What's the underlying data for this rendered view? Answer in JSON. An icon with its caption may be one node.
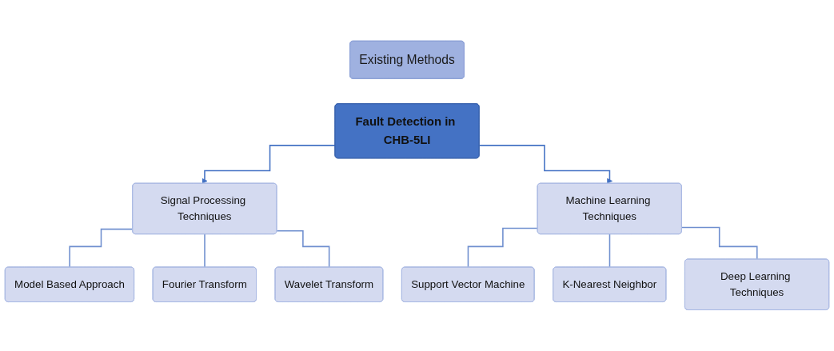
{
  "diagram": {
    "nodes": [
      {
        "text": [
          "Existing Methods"
        ]
      },
      {
        "text": [
          "Fault Detection in CHB-5LI"
        ]
      },
      {
        "text": [
          "Signal Processing Techniques"
        ]
      },
      {
        "text": [
          "Machine Learning Techniques"
        ]
      },
      {
        "text": [
          "Model Based Approach"
        ]
      },
      {
        "text": [
          "Fourier Transform"
        ]
      },
      {
        "text": [
          "Wavelet Transform"
        ]
      },
      {
        "text": [
          "Support Vector Machine"
        ]
      },
      {
        "text": [
          "K-Nearest Neighbor"
        ]
      },
      {
        "text": [
          "Deep Learning Techniques"
        ]
      }
    ],
    "edges": [
      {
        "from": 1,
        "to": 2,
        "arrow": "to",
        "color": "#4472c4"
      },
      {
        "from": 1,
        "to": 3,
        "arrow": "to",
        "color": "#4472c4"
      },
      {
        "from": 2,
        "to": 4,
        "arrow": "none"
      },
      {
        "from": 2,
        "to": 5,
        "arrow": "none"
      },
      {
        "from": 2,
        "to": 6,
        "arrow": "none"
      },
      {
        "from": 3,
        "to": 7,
        "arrow": "none"
      },
      {
        "from": 3,
        "to": 8,
        "arrow": "none"
      },
      {
        "from": 3,
        "to": 9,
        "arrow": "none"
      }
    ]
  }
}
